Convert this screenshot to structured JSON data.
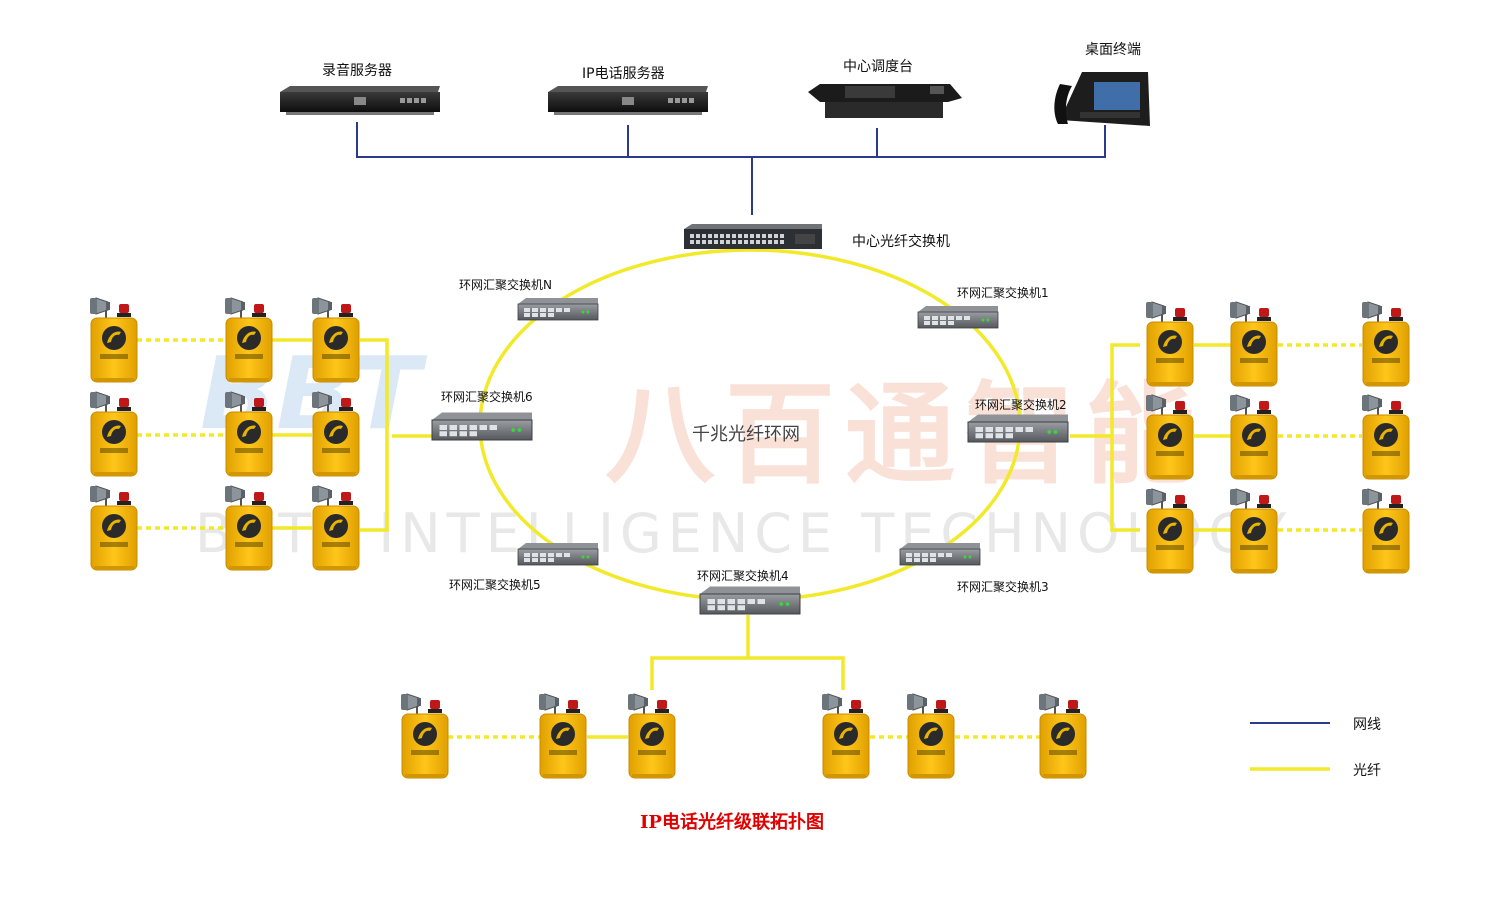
{
  "watermark": {
    "logo": "BBT",
    "chinese": "八百通智能",
    "english": "BETT INTELLIGENCE TECHNOLOGY"
  },
  "devices": {
    "recording_server": "录音服务器",
    "ip_phone_server": "IP电话服务器",
    "dispatch_console": "中心调度台",
    "desktop_terminal": "桌面终端",
    "core_switch": "中心光纤交换机"
  },
  "ring": {
    "label": "千兆光纤环网",
    "switch_n": "环网汇聚交换机N",
    "switch_1": "环网汇聚交换机1",
    "switch_2": "环网汇聚交换机2",
    "switch_3": "环网汇聚交换机3",
    "switch_4": "环网汇聚交换机4",
    "switch_5": "环网汇聚交换机5",
    "switch_6": "环网汇聚交换机6"
  },
  "legend": {
    "network_cable": "网线",
    "network_cable_color": "#2b3a8c",
    "fiber": "光纤",
    "fiber_color": "#f2e92a"
  },
  "caption": "IP电话光纤级联拓扑图",
  "colors": {
    "phone_body": "#f5b800",
    "switch_body": "#6f7275"
  }
}
